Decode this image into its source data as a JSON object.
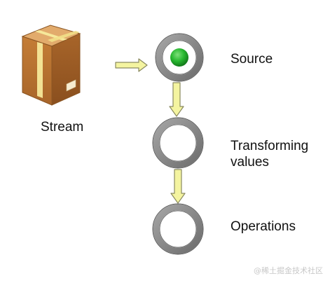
{
  "labels": {
    "stream": "Stream",
    "source": "Source",
    "transforming_line1": "Transforming",
    "transforming_line2": "values",
    "operations": "Operations"
  },
  "watermark": "@稀土掘金技术社区",
  "icons": {
    "stream": "cardboard-box-icon",
    "node": "ring-node",
    "active_node": "green-dot"
  },
  "colors": {
    "box_top": "#e0a868",
    "box_front": "#b8722f",
    "box_side": "#9a5a22",
    "tape": "#f6e89a",
    "arrow_fill": "#f4f4a0",
    "arrow_stroke": "#8a8a60",
    "ring": "#8a8a8a",
    "ring_edge": "#5a5a5a",
    "green": "#28b830"
  }
}
